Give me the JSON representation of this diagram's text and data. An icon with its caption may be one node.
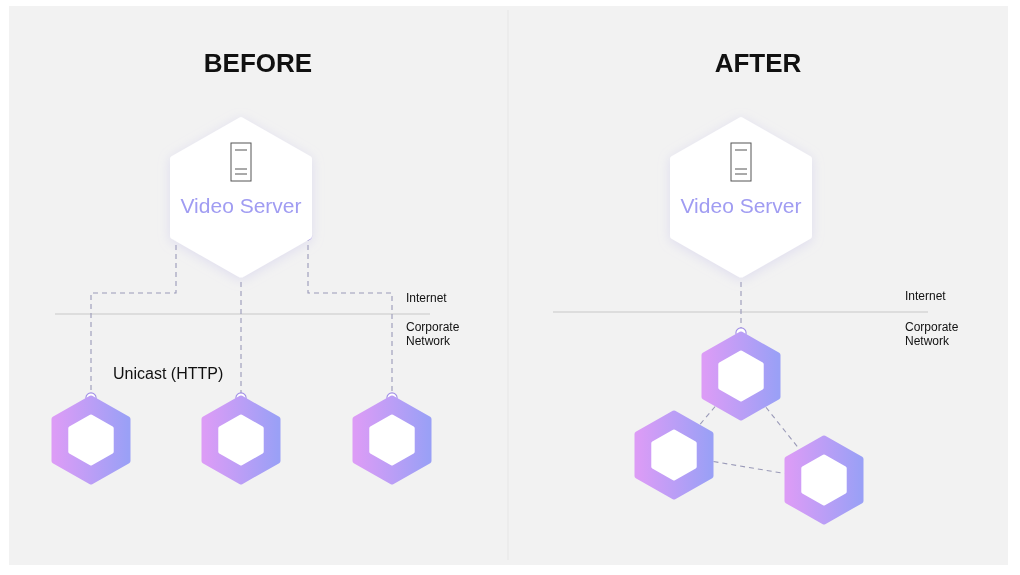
{
  "diagram": {
    "nodes": [
      {
        "text": [
          "Video Server"
        ]
      },
      {
        "text": [],
        "shape": "hexagon"
      },
      {
        "text": [],
        "shape": "hexagon"
      },
      {
        "text": [],
        "shape": "hexagon"
      },
      {
        "text": [
          "Video Server"
        ]
      },
      {
        "text": [],
        "shape": "hexagon"
      },
      {
        "text": [],
        "shape": "hexagon"
      },
      {
        "text": [],
        "shape": "hexagon"
      }
    ],
    "edges": [
      {
        "from": 0,
        "to": 1,
        "arrow": "other",
        "style": "dashed"
      },
      {
        "from": 0,
        "to": 2,
        "arrow": "other",
        "style": "dashed"
      },
      {
        "from": 0,
        "to": 3,
        "arrow": "other",
        "style": "dashed"
      },
      {
        "from": 4,
        "to": 5,
        "arrow": "other",
        "style": "dashed"
      },
      {
        "from": 5,
        "to": 6,
        "arrow": "none",
        "style": "dashed"
      },
      {
        "from": 5,
        "to": 7,
        "arrow": "none",
        "style": "dashed"
      },
      {
        "from": 6,
        "to": 7,
        "arrow": "none",
        "style": "dashed"
      }
    ],
    "labels": [
      "BEFORE",
      "AFTER",
      "Internet",
      "Corporate Network",
      "Unicast (HTTP)",
      "Internet",
      "Corporate Network"
    ]
  }
}
